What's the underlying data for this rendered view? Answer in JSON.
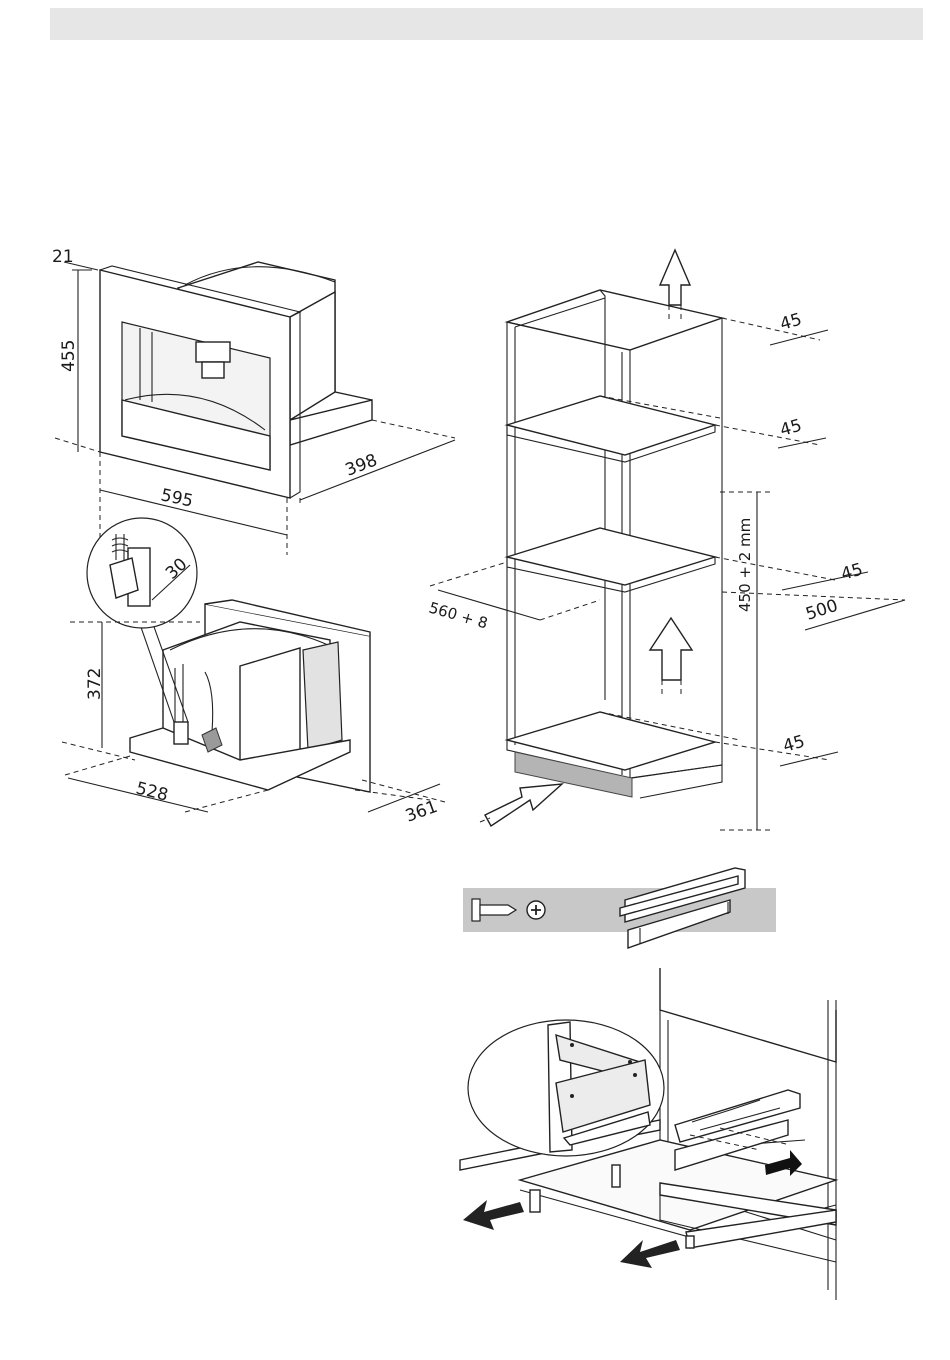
{
  "header": {
    "title": ""
  },
  "machine_dims": {
    "depth_frame": "21",
    "height": "455",
    "width": "595",
    "depth": "398"
  },
  "connection_dims": {
    "cable_offset": "30",
    "height": "372",
    "width": "528",
    "depth": "361"
  },
  "cabinet_dims": {
    "vent_top": "45",
    "vent_upper": "45",
    "vent_mid": "45",
    "vent_bottom": "45",
    "niche_width": "560 + 8",
    "niche_height": "450 +  2 mm",
    "niche_depth": "500"
  },
  "icons": [
    "screw-icon",
    "phillips-head-icon",
    "rail-icon",
    "arrow-icon"
  ],
  "colors": {
    "header_bar": "#e6e6e6",
    "parts_band": "#c8c8c8",
    "plinth": "#b4b4b4"
  }
}
